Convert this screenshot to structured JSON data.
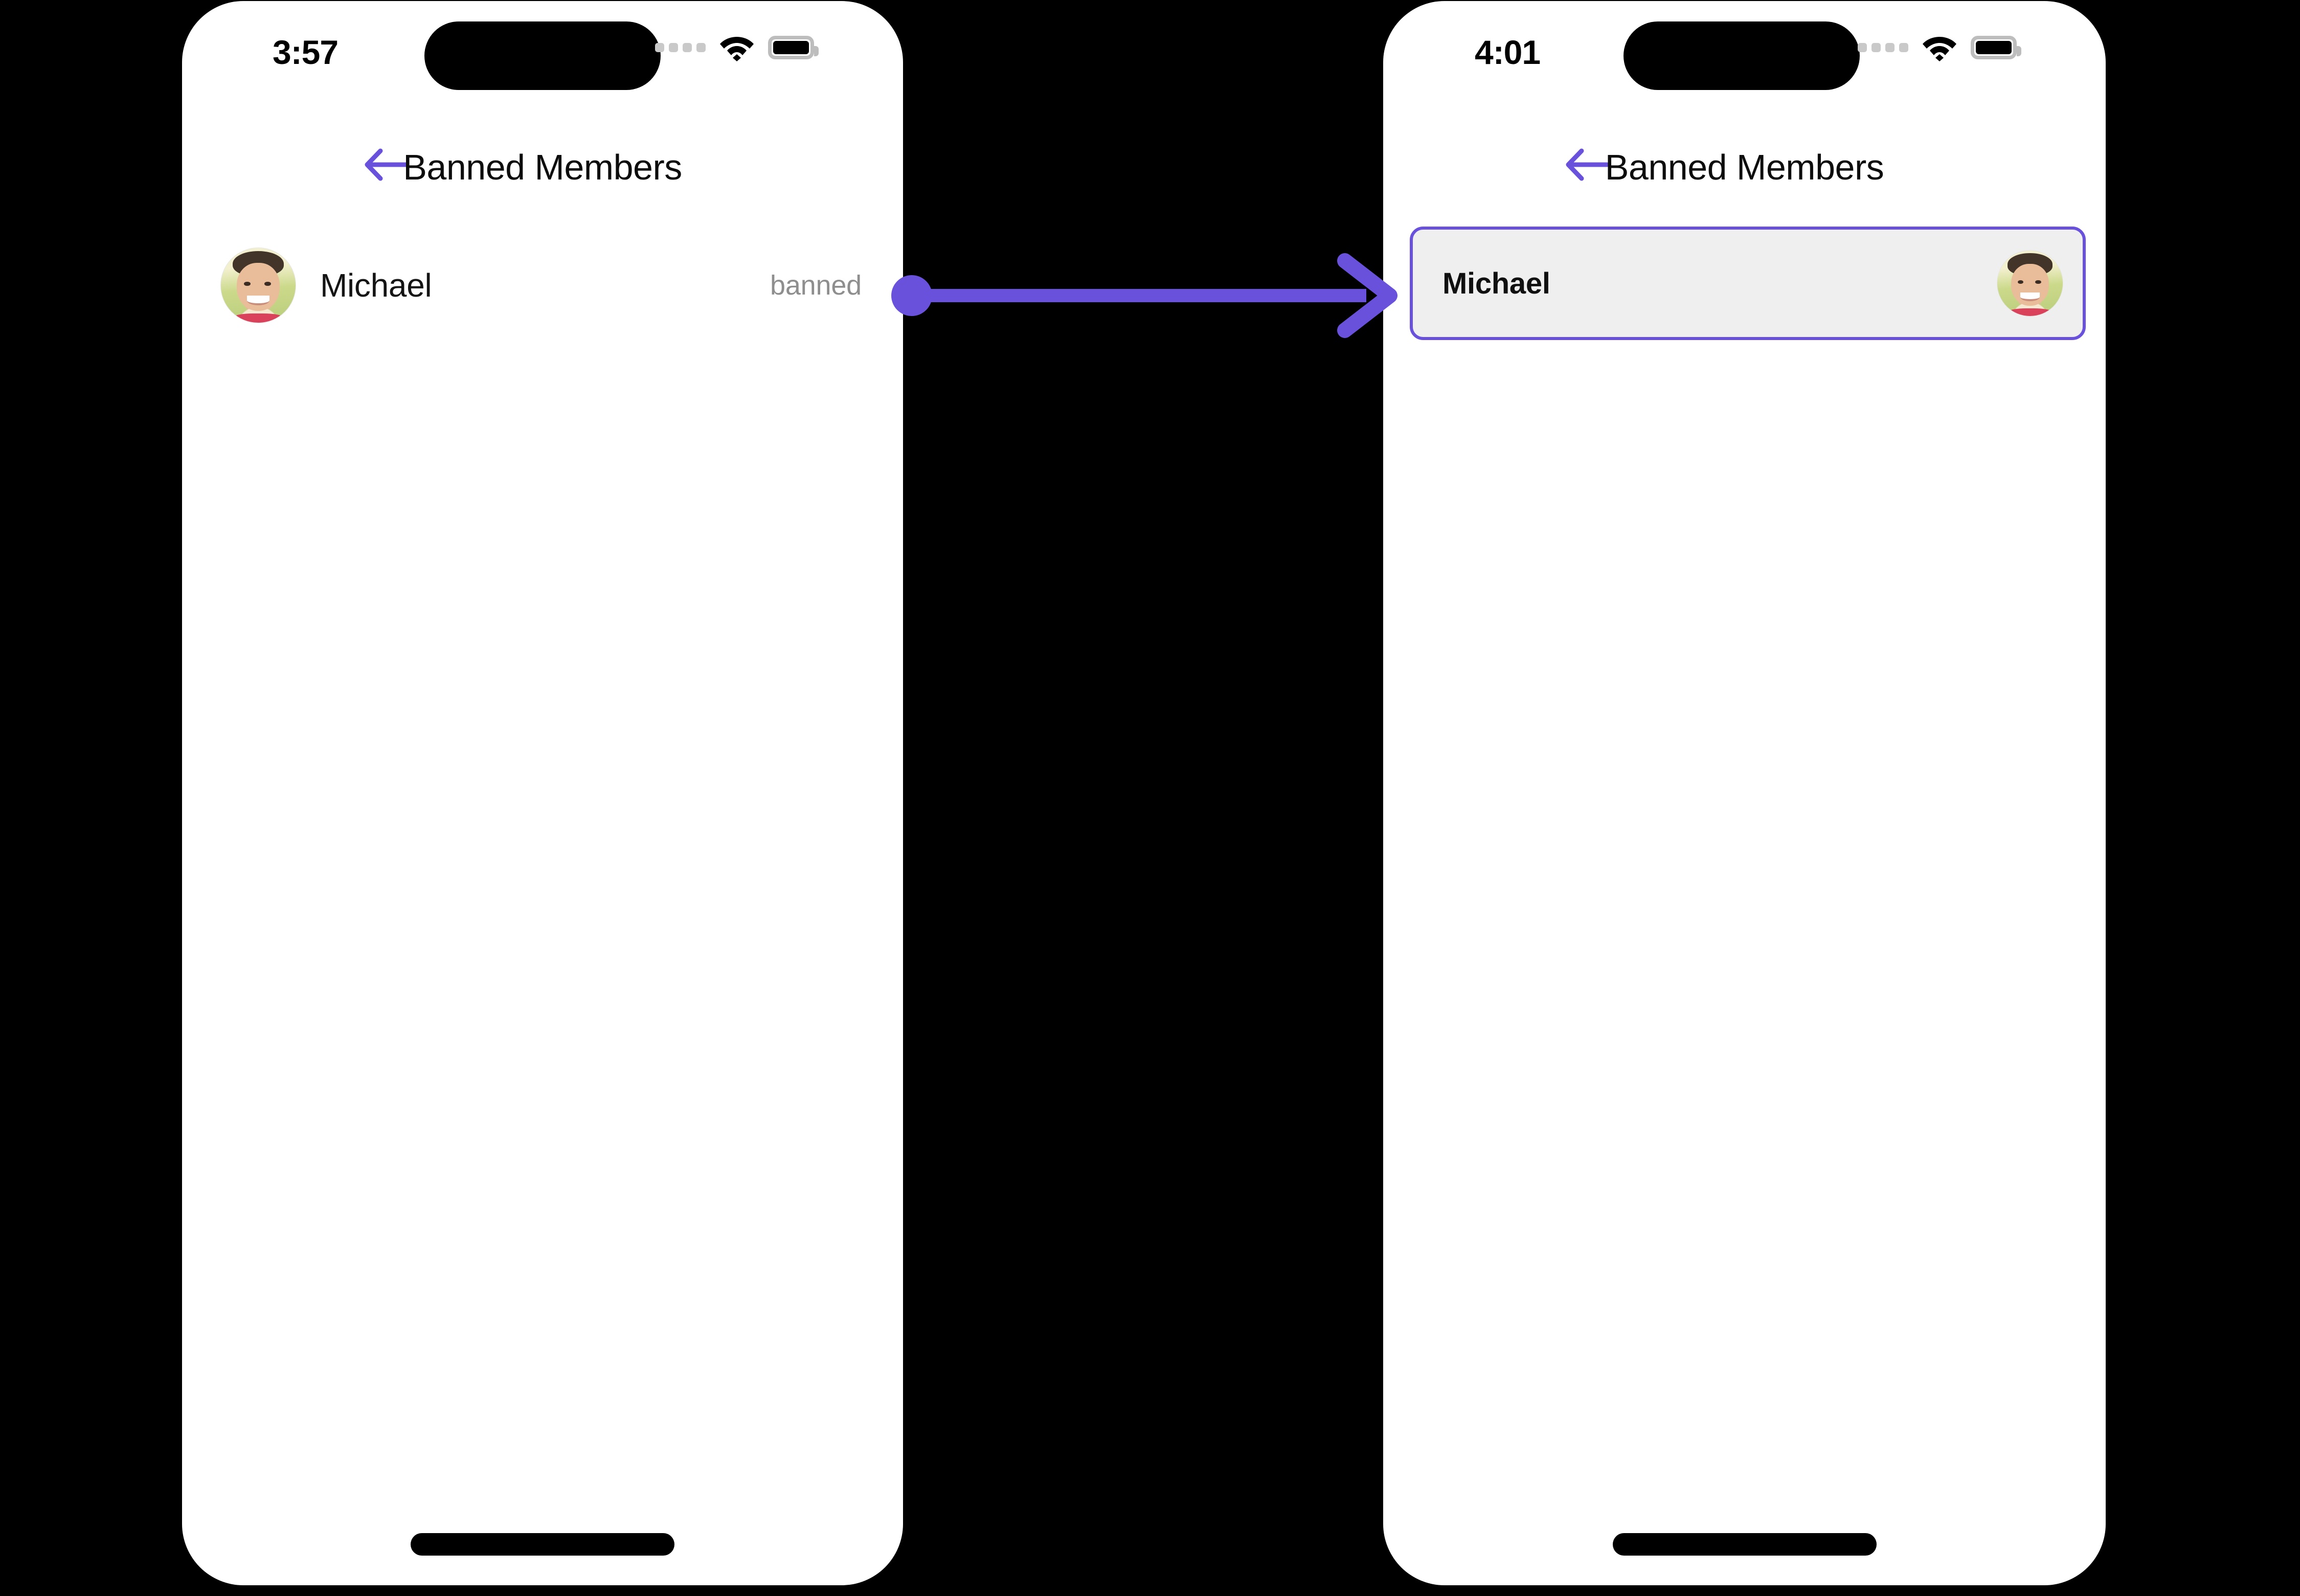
{
  "theme": {
    "accent_purple": "#6A51DC",
    "card_fill": "#EFEFEF",
    "muted_text": "#8E8E8E",
    "screen_bg": "#FFFFFF",
    "page_bg": "#000000"
  },
  "screens": [
    {
      "id": "before",
      "statusbar": {
        "time": "3:57",
        "cellular_icon": "cellular-dots-icon",
        "wifi_icon": "wifi-icon",
        "battery_icon": "battery-full-icon",
        "dynamic_island": "dynamic-island"
      },
      "nav": {
        "back_icon": "back-arrow-icon",
        "title": "Banned Members"
      },
      "list": {
        "rows": [
          {
            "avatar": "user-avatar-michael",
            "name": "Michael",
            "status": "banned"
          }
        ]
      },
      "home_indicator": "home-indicator"
    },
    {
      "id": "after",
      "statusbar": {
        "time": "4:01",
        "cellular_icon": "cellular-dots-icon",
        "wifi_icon": "wifi-icon",
        "battery_icon": "battery-full-icon",
        "dynamic_island": "dynamic-island"
      },
      "nav": {
        "back_icon": "back-arrow-icon",
        "title": "Banned Members"
      },
      "highlight_card": {
        "name": "Michael",
        "avatar": "user-avatar-michael"
      },
      "home_indicator": "home-indicator"
    }
  ],
  "annotation": {
    "type": "transition-arrow",
    "start_marker": "dot",
    "end_marker": "arrowhead",
    "color": "#6A51DC"
  }
}
